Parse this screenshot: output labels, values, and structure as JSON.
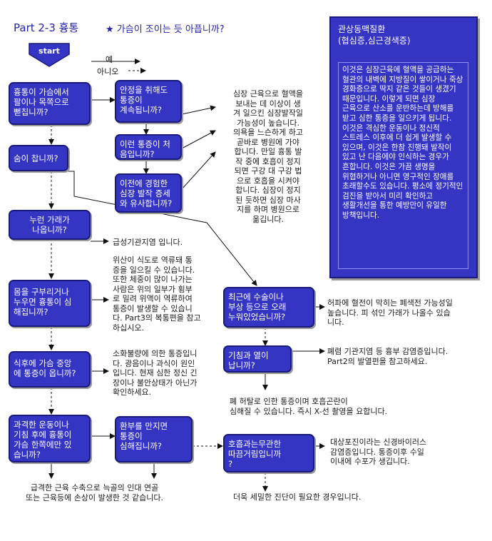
{
  "header": {
    "part": "Part 2-3 흉통",
    "question": "★ 가슴이 조이는 듯 아픕니까?"
  },
  "start_label": "start",
  "legend": {
    "yes": "예",
    "no": "아니오"
  },
  "nodes": {
    "q1": "흉통이 가슴에서\n팔이나 목쪽으로\n뻗칩니까?",
    "q1a": "안정을 취해도\n통증이\n계속됩니까?",
    "q1b": "이런 통증이 처\n음입니까?",
    "q1c": "이전에 경험한\n심장 발작 증세\n와 유사합니까?",
    "q2": "숨이 찹니까?",
    "q3": "누런 가래가\n나옵니까?",
    "q4": "몸을 구부리거나\n누우면 흉통이 심\n해집니까?",
    "q5": "식후에 가슴 중앙\n에 통증이 옵니까?",
    "q6": "과격한 운동이나\n기침 후에 흉통이\n가슴 한쪽에만 있\n습니까?",
    "q6a": "환부를 만지면\n통증이\n심해집니까?",
    "q7": "최근에 수술이나\n부상 등으로 오래\n누워있었습니까?",
    "q8": "기침과 열이\n납니까?",
    "q9": "호흡과는무관한\n따끔거림입니까\n?"
  },
  "notes": {
    "heart": "심장 근육으로 혈액을\n보내는 데 이상이  생\n겨 일으킨 심장발작일\n가능성이 높습니다.\n의욕을 느슨하게 하고\n곧바로 병원에 가야\n합니다. 만일 흉통 발\n작 중에 호흡이 정지\n되면 구강 대 구강 법\n으로 호흡을 시켜야\n합니다. 심장이 정지\n된 듯하면 심장 마사\n지를 하며 병원으로\n옮깁니다.",
    "bronchitis": "급성기관지염 입니다.",
    "reflux": "위산이 식도로 역류돼 통\n증을 일으킬 수 있습니다.\n또한 체중이 많이 나가는\n사람은 위의 일부가 횡부\n로 밀려 위액이 역류하여\n통증이 발생할 수 있습니\n다. Part3의 복통편을 참고\n하십시오.",
    "indigestion": "소화불량에 의한 통증입니\n다. 광음이나 과식이 원인\n입니다. 현재 심한 정신 긴\n장이나 불안상태가 아닌가\n확인하세요.",
    "muscle": "급격한 근육 수축으로 늑골의 인대 연골\n또는 근육등에 손상이 발생한 것 같습니다.",
    "embolism": "허파에 혈전이 막히는 폐색전 가능성일\n높습니다. 피 섞인 가래가 나올수 있습\n니다.",
    "pneumonia": "폐렴 기관지염 등 흉부 감염증입니다.\nPart2의 발열편을 참고하세요.",
    "pleurisy": "폐 허탈로 인한 통증이며 호흡곤란이\n심해질 수 있습니다. 즉시 X-선 촬영을 요합니다.",
    "shingles": "대상포진이라는 신경바이러스\n감염증입니다. 통증이후 수일\n이내에 수포가 생깁니다.",
    "more": "더욱 세밀한 진단이 필요한 경우입니다."
  },
  "info": {
    "title": "관상동맥질환\n(협심증,심근경색증)",
    "body": "이것은 심장근육에 혈액을 공급하는 혈관의 내벽에 지방질이 쌓이거나 죽상 경화증으로 딱지 같은 것들이 생겼기 때문입니다. 이렇게 되면 심장 근육으로 산소를 운반하는데 방해를 받고 심한 통증을 일으키게 됩니다. 이것은 격심한 운동이나 정신적 스트레스 이후에 더 쉽게 발생할 수 있으며, 이것은 한참 진행돼 발작이 있고 난 다음에야 인식하는 경우가 흔합니다. 이것은 가끔 생명을 위협하거나 아니면 영구적인 장애를 초래할수도 있습니다. 평소에 정기적인 검진을 받아서 미리 확인하고 생활개선을 통한 예방만이 유일한 방책입니다."
  },
  "colors": {
    "box_fill": "#3535c4",
    "box_border": "#1a1a7a",
    "heading": "#2323a8"
  }
}
